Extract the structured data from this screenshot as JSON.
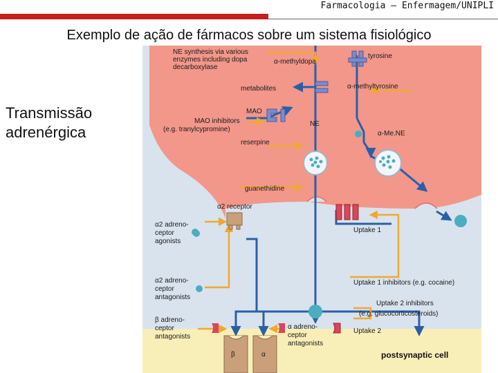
{
  "header": {
    "course": "Farmacologia – Enfermagem/UNIPLI"
  },
  "title": "Exemplo de ação de fármacos sobre um sistema fisiológico",
  "sidebar": {
    "line1": "Transmissão",
    "line2": "adrenérgica"
  },
  "diagram": {
    "ne_synthesis_1": "NE synthesis via various",
    "ne_synthesis_2": "enzymes including dopa",
    "ne_synthesis_3": "decarboxylase",
    "methyldopa": "α-methyldopa",
    "tyrosine": "tyrosine",
    "metabolites": "metabolites",
    "methyltyrosine": "α-methyltyrosine",
    "mao": "MAO",
    "mao_inhibitors": "MAO inhibitors",
    "mao_example": "(e.g. tranylcypromine)",
    "ne": "NE",
    "me_ne": "α-Me.NE",
    "reserpine": "reserpine",
    "guanethidine": "guanethidine",
    "a2_receptor": "α2 receptor",
    "a2_agonists_1": "α2 adreno-",
    "a2_agonists_2": "ceptor",
    "a2_agonists_3": "agonists",
    "uptake1": "Uptake 1",
    "a2_antag_1": "α2 adreno-",
    "a2_antag_2": "ceptor",
    "a2_antag_3": "antagonists",
    "uptake1_inhib": "Uptake 1 inhibitors (e.g. cocaine)",
    "uptake2_inhib_1": "Uptake 2 inhibitors",
    "uptake2_inhib_2": "(e.g. glucocorticosteroids)",
    "beta_antag_1": "β adreno-",
    "beta_antag_2": "ceptor",
    "beta_antag_3": "antagonists",
    "alpha_antag_1": "α adreno-",
    "alpha_antag_2": "ceptor",
    "alpha_antag_3": "antagonists",
    "uptake2": "Uptake 2",
    "beta": "β",
    "alpha": "α",
    "postsynaptic": "postsynaptic cell"
  },
  "colors": {
    "neuron": "#f2978a",
    "synapse_bg": "#d9e3ed",
    "postsynaptic_bg": "#f8eeb8",
    "arrow_blue": "#2a5fa8",
    "arrow_orange": "#f0a830",
    "vesicle": "#4aaec0",
    "accent_red": "#c81e1e"
  }
}
